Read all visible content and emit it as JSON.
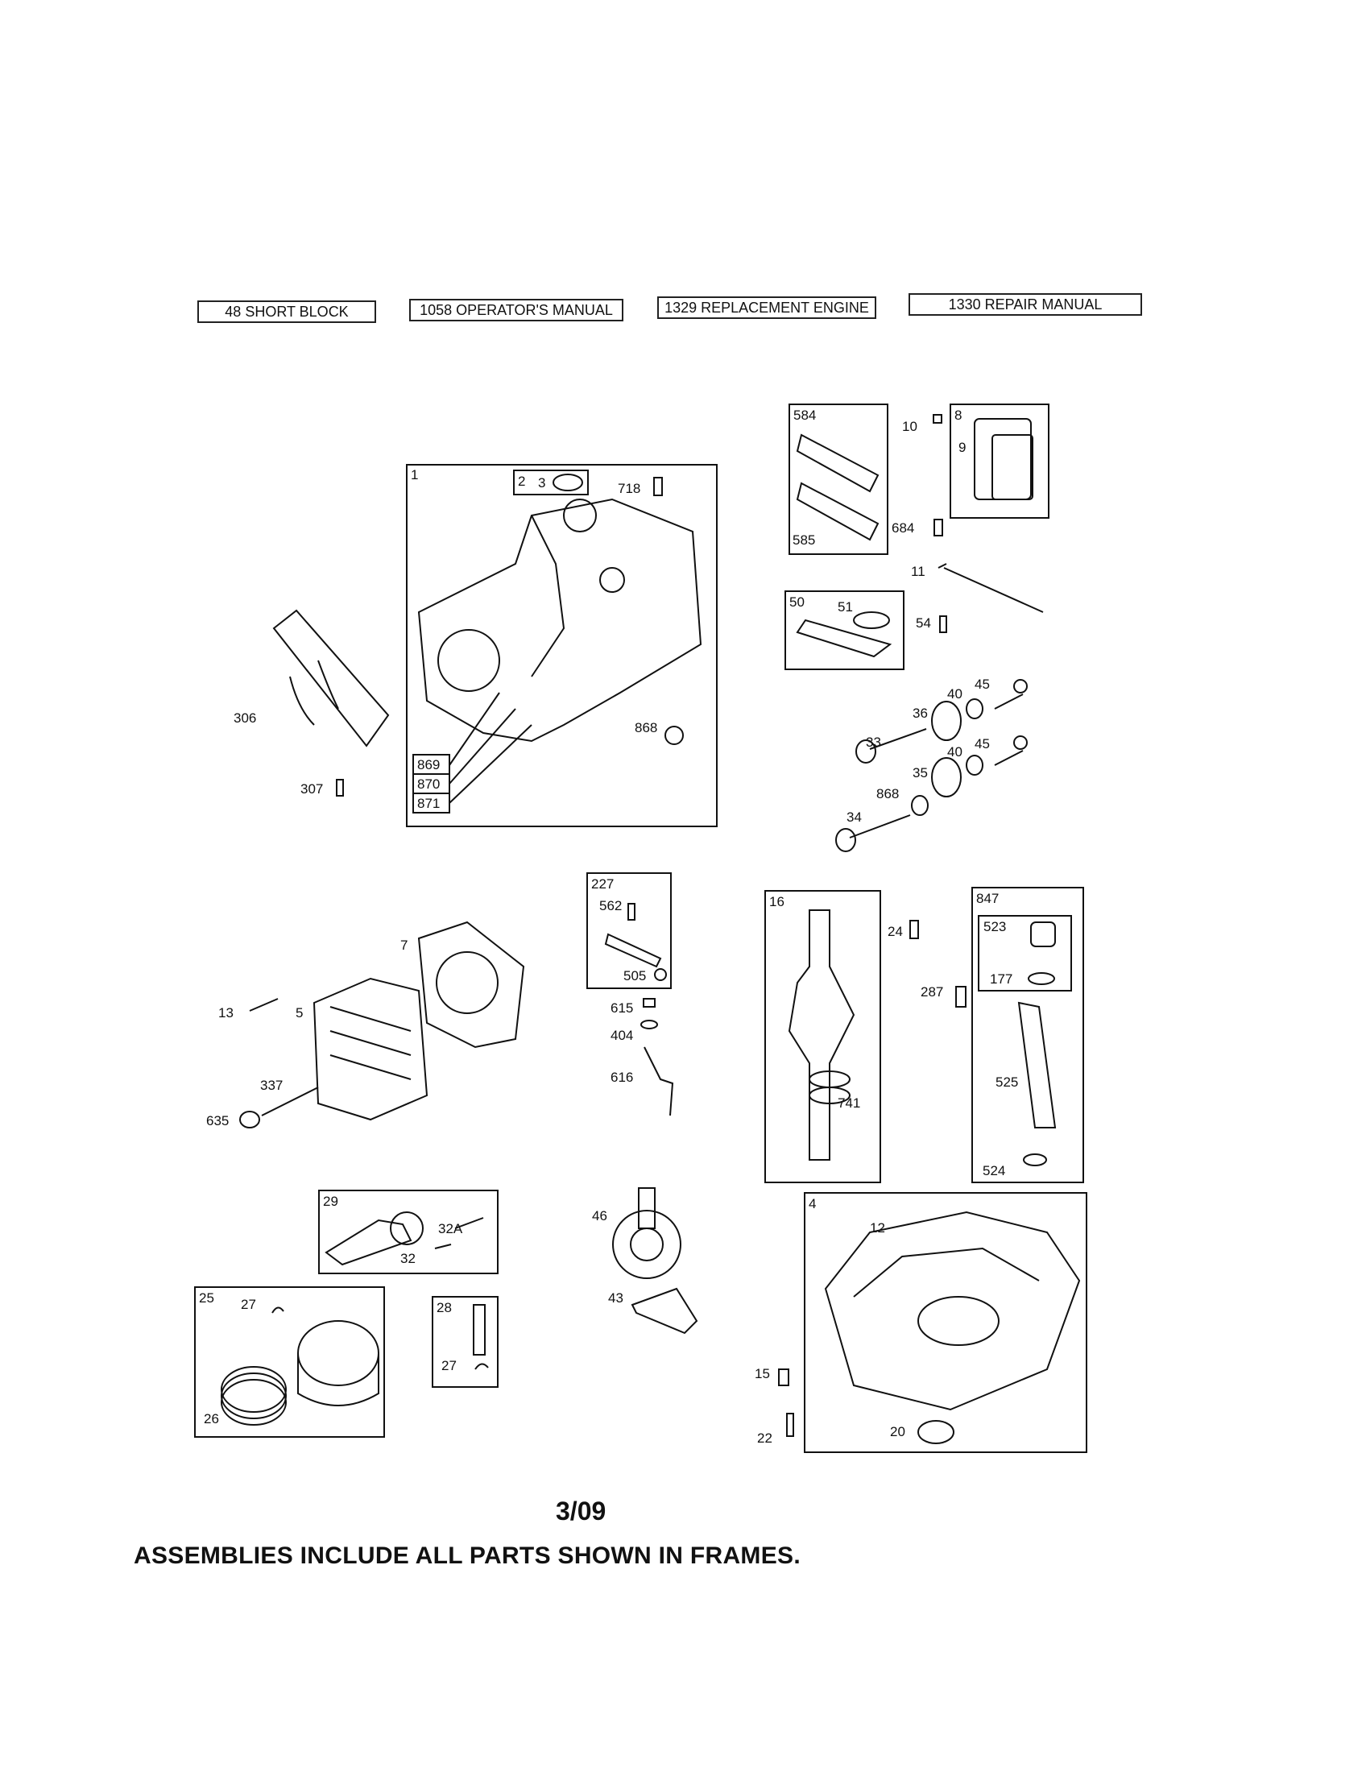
{
  "reference_boxes": [
    {
      "label": "48 SHORT BLOCK"
    },
    {
      "label": "1058 OPERATOR'S MANUAL"
    },
    {
      "label": "1329 REPLACEMENT ENGINE"
    },
    {
      "label": "1330 REPAIR MANUAL"
    }
  ],
  "frame_labels": {
    "f1": "1",
    "f2": "2",
    "f584": "584",
    "f8": "8",
    "f50": "50",
    "f227": "227",
    "f16": "16",
    "f847": "847",
    "f523": "523",
    "f29": "29",
    "f25": "25",
    "f28": "28",
    "f4": "4",
    "f869": "869",
    "f870": "870",
    "f871": "871"
  },
  "part_labels": {
    "p3": "3",
    "p718": "718",
    "p306": "306",
    "p307": "307",
    "p868a": "868",
    "p10": "10",
    "p9": "9",
    "p585": "585",
    "p684": "684",
    "p11": "11",
    "p51": "51",
    "p54": "54",
    "p40a": "40",
    "p45a": "45",
    "p36": "36",
    "p33": "33",
    "p40b": "40",
    "p45b": "45",
    "p35": "35",
    "p868b": "868",
    "p34": "34",
    "p562": "562",
    "p505": "505",
    "p615": "615",
    "p404": "404",
    "p616": "616",
    "p7": "7",
    "p13": "13",
    "p5": "5",
    "p337": "337",
    "p635": "635",
    "p24": "24",
    "p287": "287",
    "p741": "741",
    "p177": "177",
    "p525": "525",
    "p524": "524",
    "p32a": "32A",
    "p32": "32",
    "p27a": "27",
    "p26": "26",
    "p27b": "27",
    "p46": "46",
    "p43": "43",
    "p12": "12",
    "p15": "15",
    "p22": "22",
    "p20": "20"
  },
  "page_date": "3/09",
  "footer_note": "ASSEMBLIES INCLUDE ALL PARTS SHOWN IN FRAMES."
}
